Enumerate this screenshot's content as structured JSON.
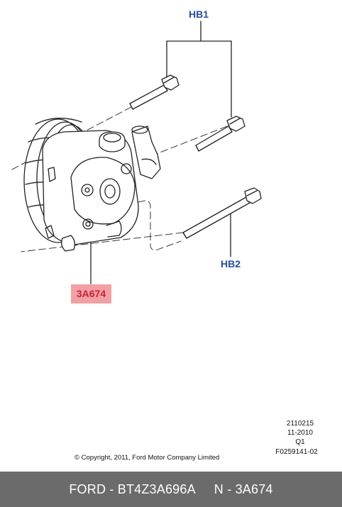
{
  "diagram": {
    "callouts": {
      "hb1": "HB1",
      "hb2": "HB2",
      "part": "3A674"
    },
    "meta_codes": [
      "2110215",
      "11-2010",
      "Q1",
      "F0259141-02"
    ],
    "copyright": "© Copyright, 2011, Ford Motor Company Limited"
  },
  "footer": {
    "part_number": "FORD - BT4Z3A696A",
    "reference": "N - 3A674"
  },
  "colors": {
    "callout_blue": "#2a4b9b",
    "highlight_fill": "#f3a0a4",
    "highlight_text": "#c8203a",
    "footer_bg": "#6b6b6b"
  }
}
